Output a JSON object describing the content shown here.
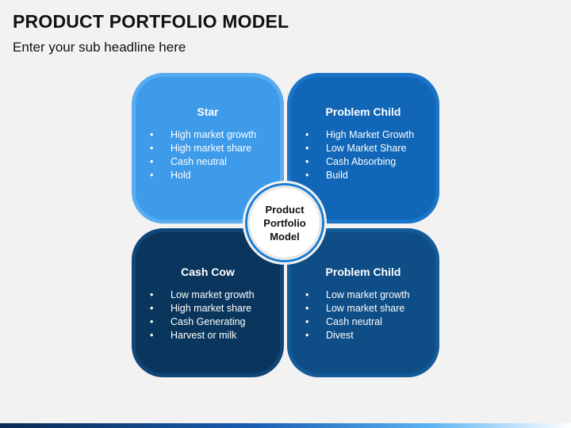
{
  "header": {
    "title": "PRODUCT PORTFOLIO MODEL",
    "subtitle": "Enter your sub headline here"
  },
  "center": {
    "label": "Product Portfolio Model"
  },
  "quadrants": [
    {
      "title": "Star",
      "items": [
        "High market growth",
        "High market share",
        "Cash neutral",
        "Hold"
      ]
    },
    {
      "title": "Problem Child",
      "items": [
        "High Market Growth",
        "Low Market Share",
        "Cash Absorbing",
        "Build"
      ]
    },
    {
      "title": "Cash Cow",
      "items": [
        "Low market growth",
        "High market share",
        "Cash Generating",
        "Harvest or milk"
      ]
    },
    {
      "title": "Problem Child",
      "items": [
        "Low market growth",
        "Low market share",
        "Cash neutral",
        "Divest"
      ]
    }
  ],
  "colors": {
    "star": "#3d9be9",
    "problem_child_top": "#1166b8",
    "cash_cow": "#0a365d",
    "problem_child_bottom": "#0e4d86",
    "ring": "#1c7dd2"
  }
}
